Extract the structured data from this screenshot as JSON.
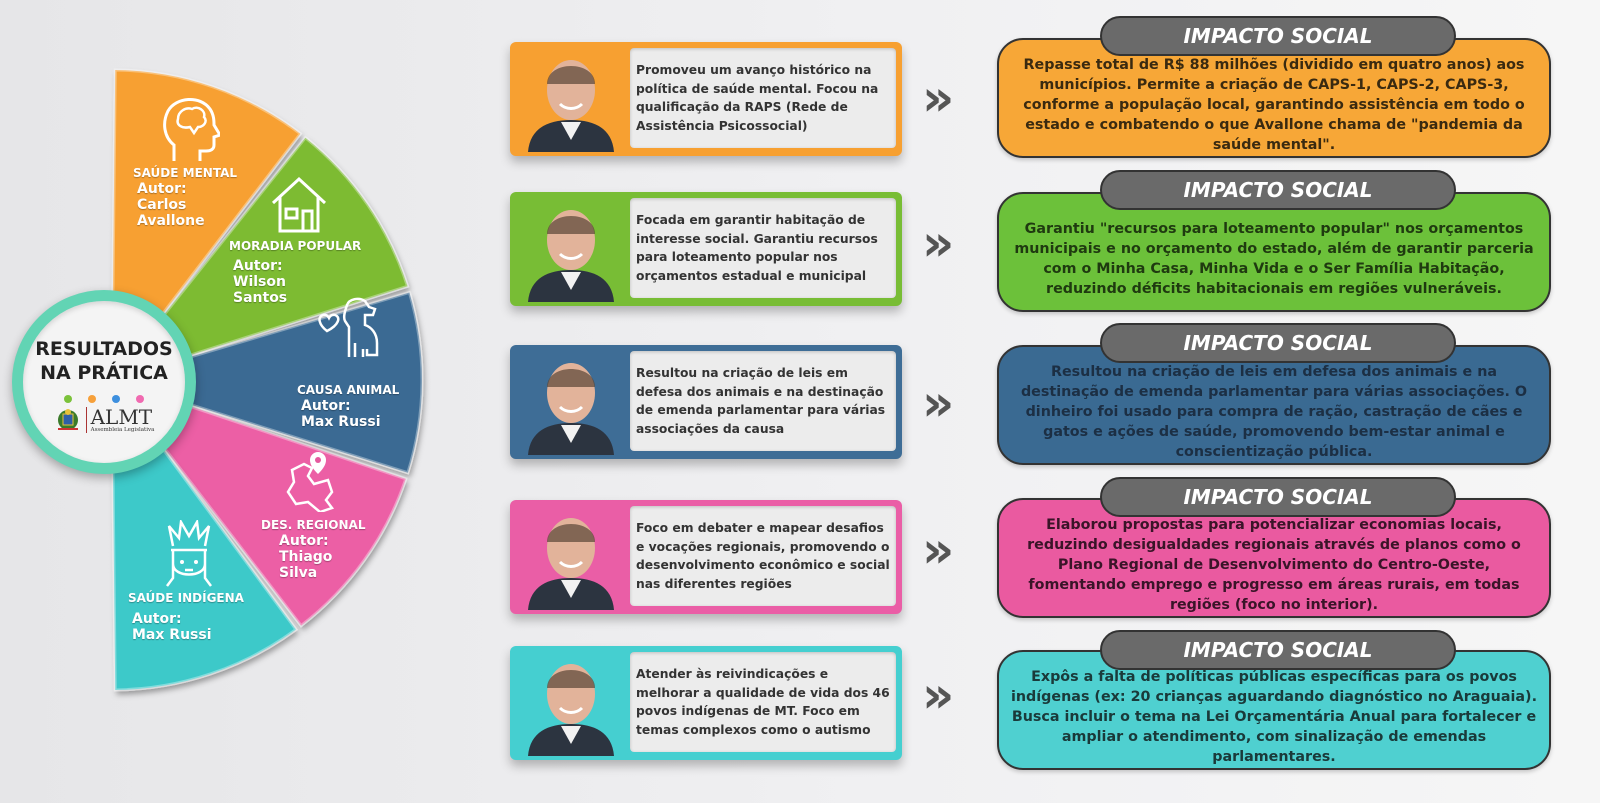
{
  "center": {
    "title": "RESULTADOS NA PRÁTICA",
    "logo_name": "ALMT",
    "logo_subtitle": "Assembleia Legislativa",
    "dot_colors": [
      "#7bc23a",
      "#f6a03a",
      "#3d8fde",
      "#f06ab0"
    ]
  },
  "segments": [
    {
      "title": "SAÚDE MENTAL",
      "author_label": "Autor:",
      "author": "Carlos Avallone",
      "color": "#f7a031",
      "icon": "brain-head-icon"
    },
    {
      "title": "MORADIA POPULAR",
      "author_label": "Autor:",
      "author": "Wilson Santos",
      "color": "#7dbb33",
      "icon": "house-icon"
    },
    {
      "title": "CAUSA ANIMAL",
      "author_label": "Autor:",
      "author": "Max Russi",
      "color": "#3b6b93",
      "icon": "dog-heart-icon"
    },
    {
      "title": "DES. REGIONAL",
      "author_label": "Autor:",
      "author": "Thiago Silva",
      "color": "#ec5fa5",
      "icon": "map-pin-icon"
    },
    {
      "title": "SAÚDE INDÍGENA",
      "author_label": "Autor:",
      "author": "Max Russi",
      "color": "#3ec9c9",
      "icon": "indigenous-person-icon"
    }
  ],
  "cards": [
    {
      "text": "Promoveu um avanço histórico na política de saúde mental. Focou na qualificação da RAPS (Rede de Assistência Psicossocial)",
      "color": "#f7a031"
    },
    {
      "text": "Focada em garantir habitação de interesse social. Garantiu recursos para loteamento popular nos orçamentos estadual e municipal",
      "color": "#78bd35"
    },
    {
      "text": "Resultou na criação de leis em defesa dos animais e na destinação de emenda parlamentar para várias associações da causa",
      "color": "#3e6d96"
    },
    {
      "text": "Foco em debater e mapear desafios e vocações regionais, promovendo o desenvolvimento econômico e social nas diferentes regiões",
      "color": "#ea5ea6"
    },
    {
      "text": "Atender às reivindicações e melhorar a qualidade de vida dos 46 povos indígenas de MT. Foco em temas complexos como o autismo",
      "color": "#45cfd0"
    }
  ],
  "arrow_glyph": "»",
  "impacts": [
    {
      "heading": "IMPACTO SOCIAL",
      "text": "Repasse total de R$ 88 milhões (dividido em quatro anos) aos municípios. Permite a criação de CAPS-1, CAPS-2, CAPS-3, conforme a população local, garantindo assistência em todo o estado e combatendo o que Avallone chama de \"pandemia da saúde mental\".",
      "color": "#f7a737"
    },
    {
      "heading": "IMPACTO SOCIAL",
      "text": "Garantiu \"recursos para loteamento popular\" nos orçamentos municipais e no orçamento do estado, além de garantir parceria com o Minha Casa, Minha Vida e o Ser Família Habitação, reduzindo déficits habitacionais em regiões vulneráveis.",
      "color": "#6cc13a"
    },
    {
      "heading": "IMPACTO SOCIAL",
      "text": "Resultou na criação de leis em defesa dos animais e na destinação de emenda parlamentar para várias associações. O dinheiro foi usado para compra de ração, castração de cães e gatos e ações de saúde, promovendo bem-estar animal e conscientização pública.",
      "color": "#3a6a92"
    },
    {
      "heading": "IMPACTO SOCIAL",
      "text": "Elaborou propostas para potencializar economias locais, reduzindo desigualdades regionais através de planos como o Plano Regional de Desenvolvimento do Centro-Oeste, fomentando emprego e progresso em áreas rurais, em todas regiões (foco no interior).",
      "color": "#ea5aa0"
    },
    {
      "heading": "IMPACTO SOCIAL",
      "text": "Expôs a falta de políticas públicas específicas para os povos indígenas (ex: 20 crianças aguardando diagnóstico no Araguaia). Busca incluir o tema na Lei Orçamentária Anual para fortalecer e ampliar o atendimento, com sinalização de emendas parlamentares.",
      "color": "#4fd0d0"
    }
  ]
}
